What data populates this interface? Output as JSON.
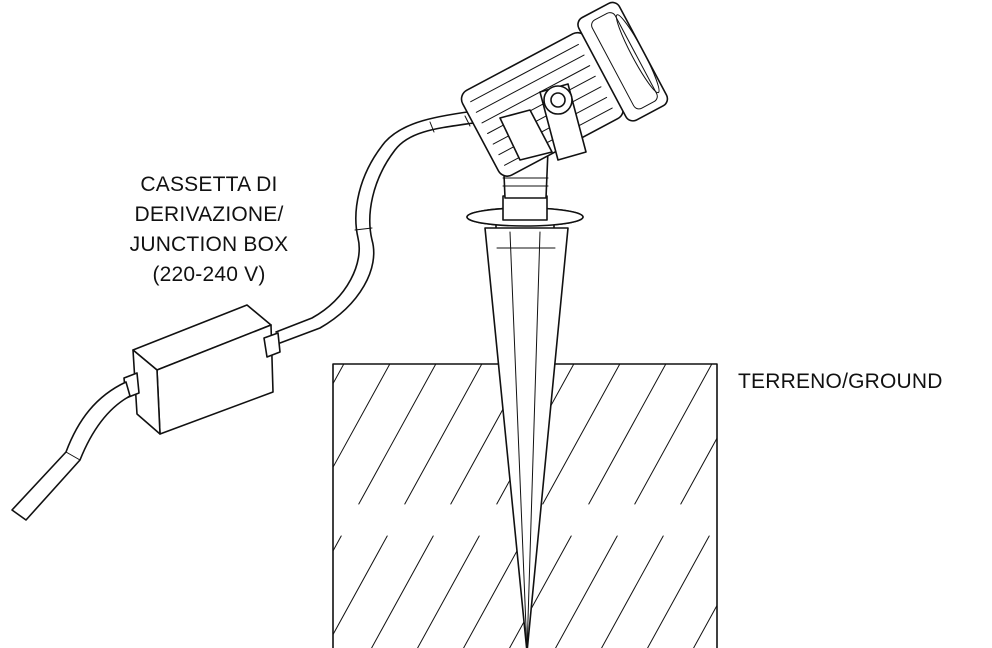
{
  "labels": {
    "junction_box": [
      "CASSETTA DI",
      "DERIVAZIONE/",
      "JUNCTION BOX",
      "(220-240 V)"
    ],
    "ground": "TERRENO/GROUND"
  },
  "icons": {
    "spotlight": "spotlight-icon",
    "ground_spike": "ground-spike-icon",
    "junction_box": "junction-box-icon",
    "cable": "cable-icon"
  }
}
